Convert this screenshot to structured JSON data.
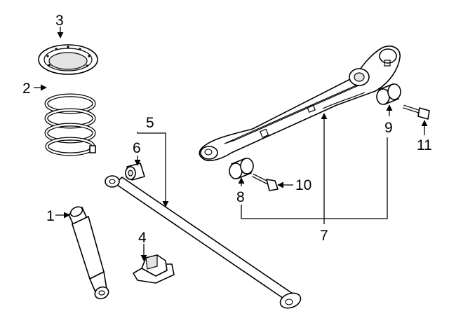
{
  "callouts": [
    {
      "id": 1,
      "label": "1",
      "part": "shock-absorber"
    },
    {
      "id": 2,
      "label": "2",
      "part": "coil-spring"
    },
    {
      "id": 3,
      "label": "3",
      "part": "spring-insulator"
    },
    {
      "id": 4,
      "label": "4",
      "part": "bump-stopper"
    },
    {
      "id": 5,
      "label": "5",
      "part": "lateral-control-rod"
    },
    {
      "id": 6,
      "label": "6",
      "part": "lateral-rod-bushing"
    },
    {
      "id": 7,
      "label": "7",
      "part": "trailing-arm"
    },
    {
      "id": 8,
      "label": "8",
      "part": "front-bushing"
    },
    {
      "id": 9,
      "label": "9",
      "part": "rear-bushing"
    },
    {
      "id": 10,
      "label": "10",
      "part": "front-bolt"
    },
    {
      "id": 11,
      "label": "11",
      "part": "rear-bolt"
    }
  ]
}
